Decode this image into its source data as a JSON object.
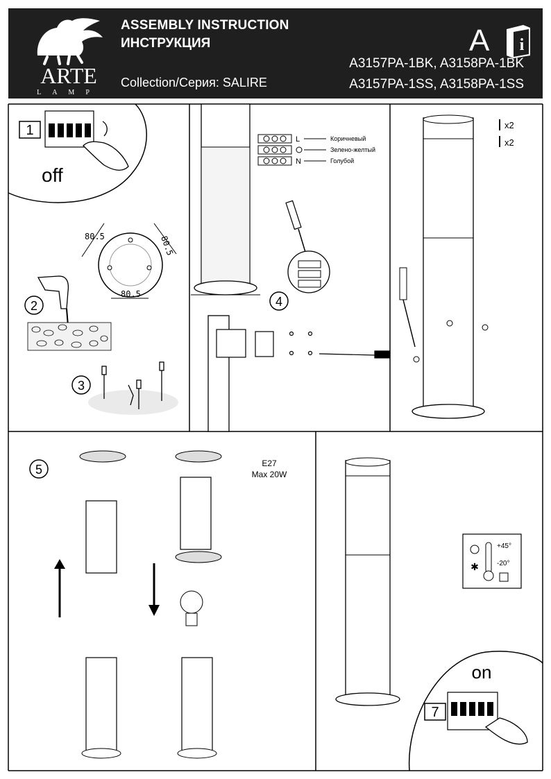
{
  "header": {
    "brand": "ARTE",
    "brand_sub": "LAMP",
    "title_en": "ASSEMBLY INSTRUCTION",
    "title_ru": "ИНСТРУКЦИЯ",
    "collection": "Collection/Серия: SALIRE",
    "models_line1": "A3157PA-1BK, A3158PA-1BK",
    "models_line2": "A3157PA-1SS, A3158PA-1SS",
    "lang_letter": "A",
    "info_letter": "i"
  },
  "steps": {
    "s1": "1",
    "s1_text": "off",
    "s2": "2",
    "s3": "3",
    "s4": "4",
    "s5": "5",
    "s7": "7",
    "s7_text": "on"
  },
  "dimensions": {
    "d1": "80.5",
    "d2": "80.5",
    "d3": "80.5"
  },
  "wiring": {
    "L": "L",
    "N": "N",
    "wire1": "Коричневый",
    "wire2": "Зелено-желтый",
    "wire3": "Голубой"
  },
  "hardware": {
    "screws_count": "x2",
    "anchors_count": "x2"
  },
  "bulb": {
    "socket": "E27",
    "power": "Max 20W"
  },
  "temperature": {
    "max": "+45°",
    "min": "-20°"
  }
}
